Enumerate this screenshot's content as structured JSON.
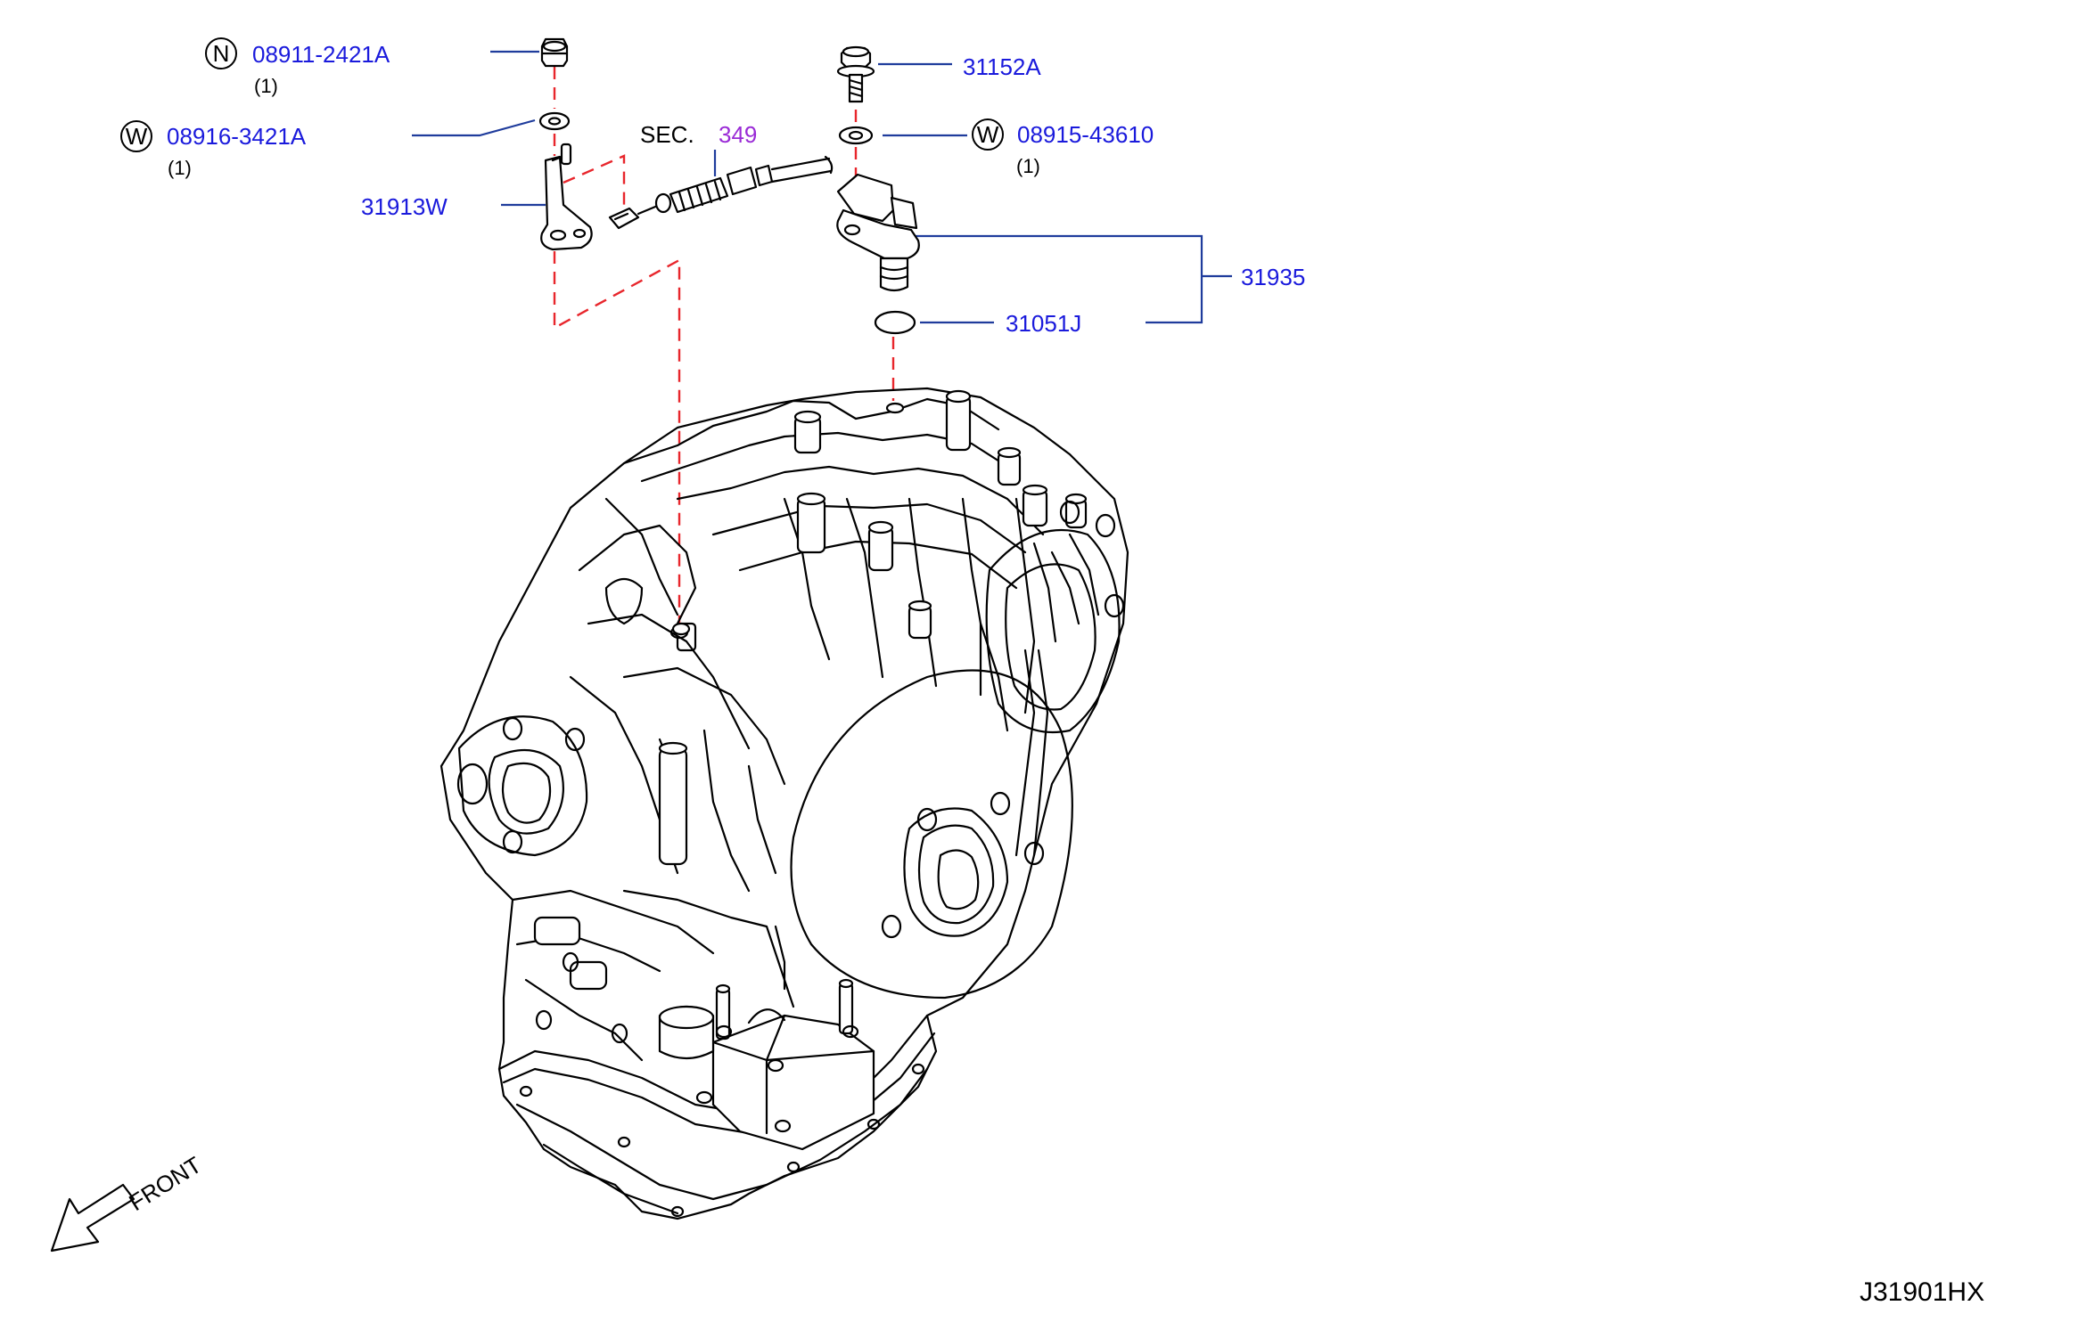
{
  "colors": {
    "part_number": "#1a1adc",
    "section_ref": "#9a2bd6",
    "leader_line": "#1f3c9c",
    "dashed_line": "#e8262c",
    "line_art": "#000000"
  },
  "callouts": [
    {
      "id": "nut",
      "prefix": "N",
      "number": "08911-2421A",
      "qty": "(1)"
    },
    {
      "id": "washer-left",
      "prefix": "W",
      "number": "08916-3421A",
      "qty": "(1)"
    },
    {
      "id": "bracket",
      "prefix": "",
      "number": "31913W",
      "qty": ""
    },
    {
      "id": "section",
      "prefix": "SEC.",
      "number": "349",
      "qty": ""
    },
    {
      "id": "bolt",
      "prefix": "",
      "number": "31152A",
      "qty": ""
    },
    {
      "id": "washer-right",
      "prefix": "W",
      "number": "08915-43610",
      "qty": "(1)"
    },
    {
      "id": "sensor-assembly",
      "prefix": "",
      "number": "31935",
      "qty": ""
    },
    {
      "id": "o-ring",
      "prefix": "",
      "number": "31051J",
      "qty": ""
    }
  ],
  "front_label": "FRONT",
  "diagram_id": "J31901HX"
}
